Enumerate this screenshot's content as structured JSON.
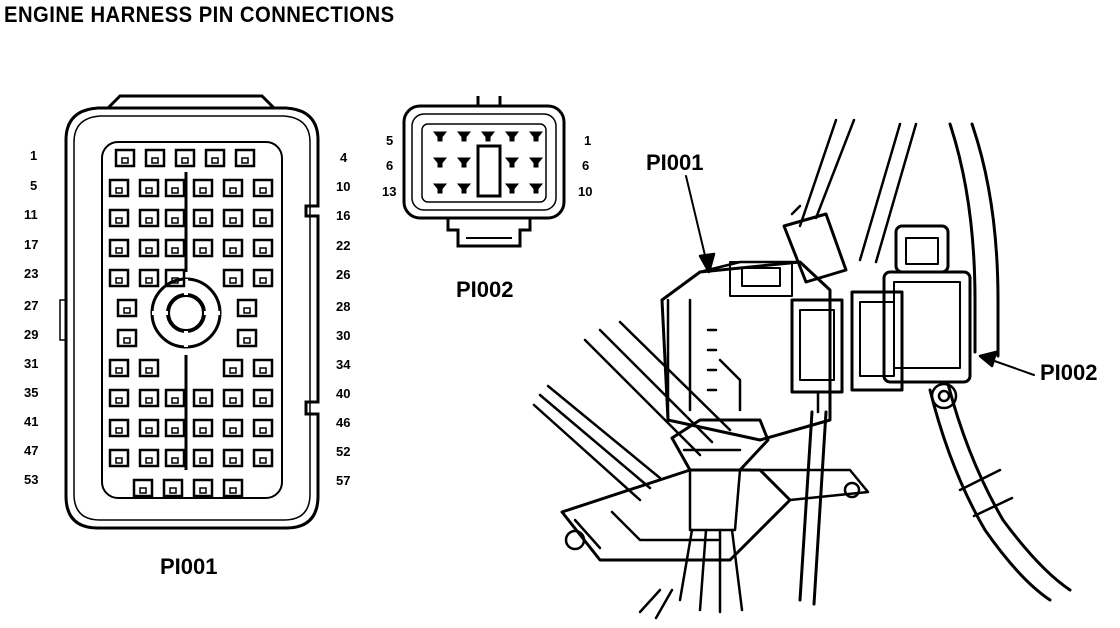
{
  "title": "ENGINE HARNESS PIN CONNECTIONS",
  "pi001": {
    "name": "PI001",
    "left_labels": [
      "1",
      "5",
      "11",
      "17",
      "23",
      "27",
      "29",
      "31",
      "35",
      "41",
      "47",
      "53"
    ],
    "right_labels": [
      "4",
      "10",
      "16",
      "22",
      "26",
      "28",
      "30",
      "34",
      "40",
      "46",
      "52",
      "57"
    ]
  },
  "pi002": {
    "name": "PI002",
    "left_labels": [
      "5",
      "6",
      "13"
    ],
    "right_labels": [
      "1",
      "6",
      "10"
    ]
  },
  "photo": {
    "callout_pi001": "PI001",
    "callout_pi002": "PI002"
  }
}
